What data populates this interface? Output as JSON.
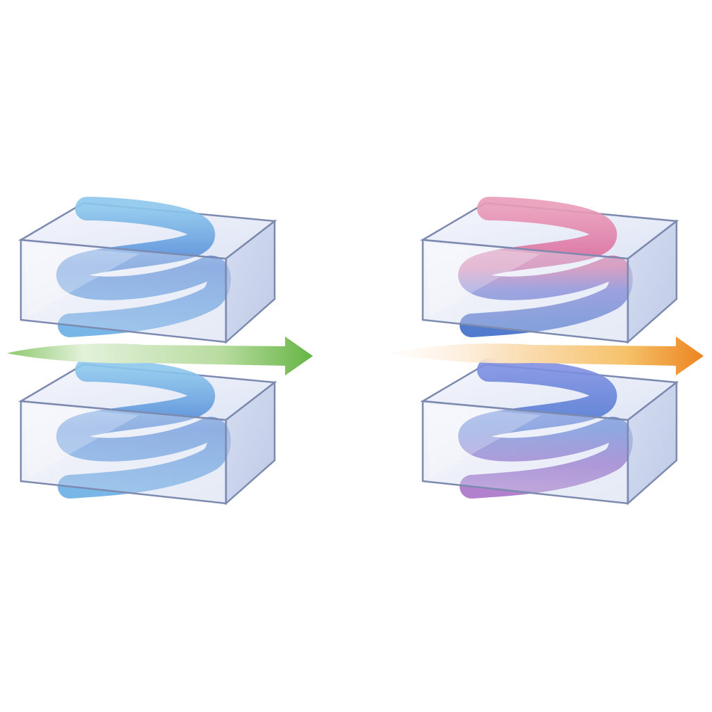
{
  "colors": {
    "background": "#ffffff",
    "box_edge": "#7d8ab0",
    "box_front": "#cfd8ee",
    "box_top": "#e9edf8",
    "box_side": "#b9c6e4",
    "ribbon_blue_light": "#8fc8ec",
    "ribbon_blue_dark": "#3d63c4",
    "ribbon_pink": "#e0709a",
    "ribbon_purple": "#9a5cc0",
    "arrow_green": "#6cb84a",
    "arrow_green_light": "#e2f0d8",
    "arrow_orange": "#ec8a22",
    "arrow_orange_light": "#fbe8c8"
  },
  "panels": [
    {
      "name": "left-panel",
      "top_box": {
        "ribbon": "blue"
      },
      "bottom_box": {
        "ribbon": "blue"
      },
      "arrow": {
        "color": "green"
      }
    },
    {
      "name": "right-panel",
      "top_box": {
        "ribbon": "pink-to-blue"
      },
      "bottom_box": {
        "ribbon": "blue-to-purple"
      },
      "arrow": {
        "color": "orange"
      }
    }
  ]
}
